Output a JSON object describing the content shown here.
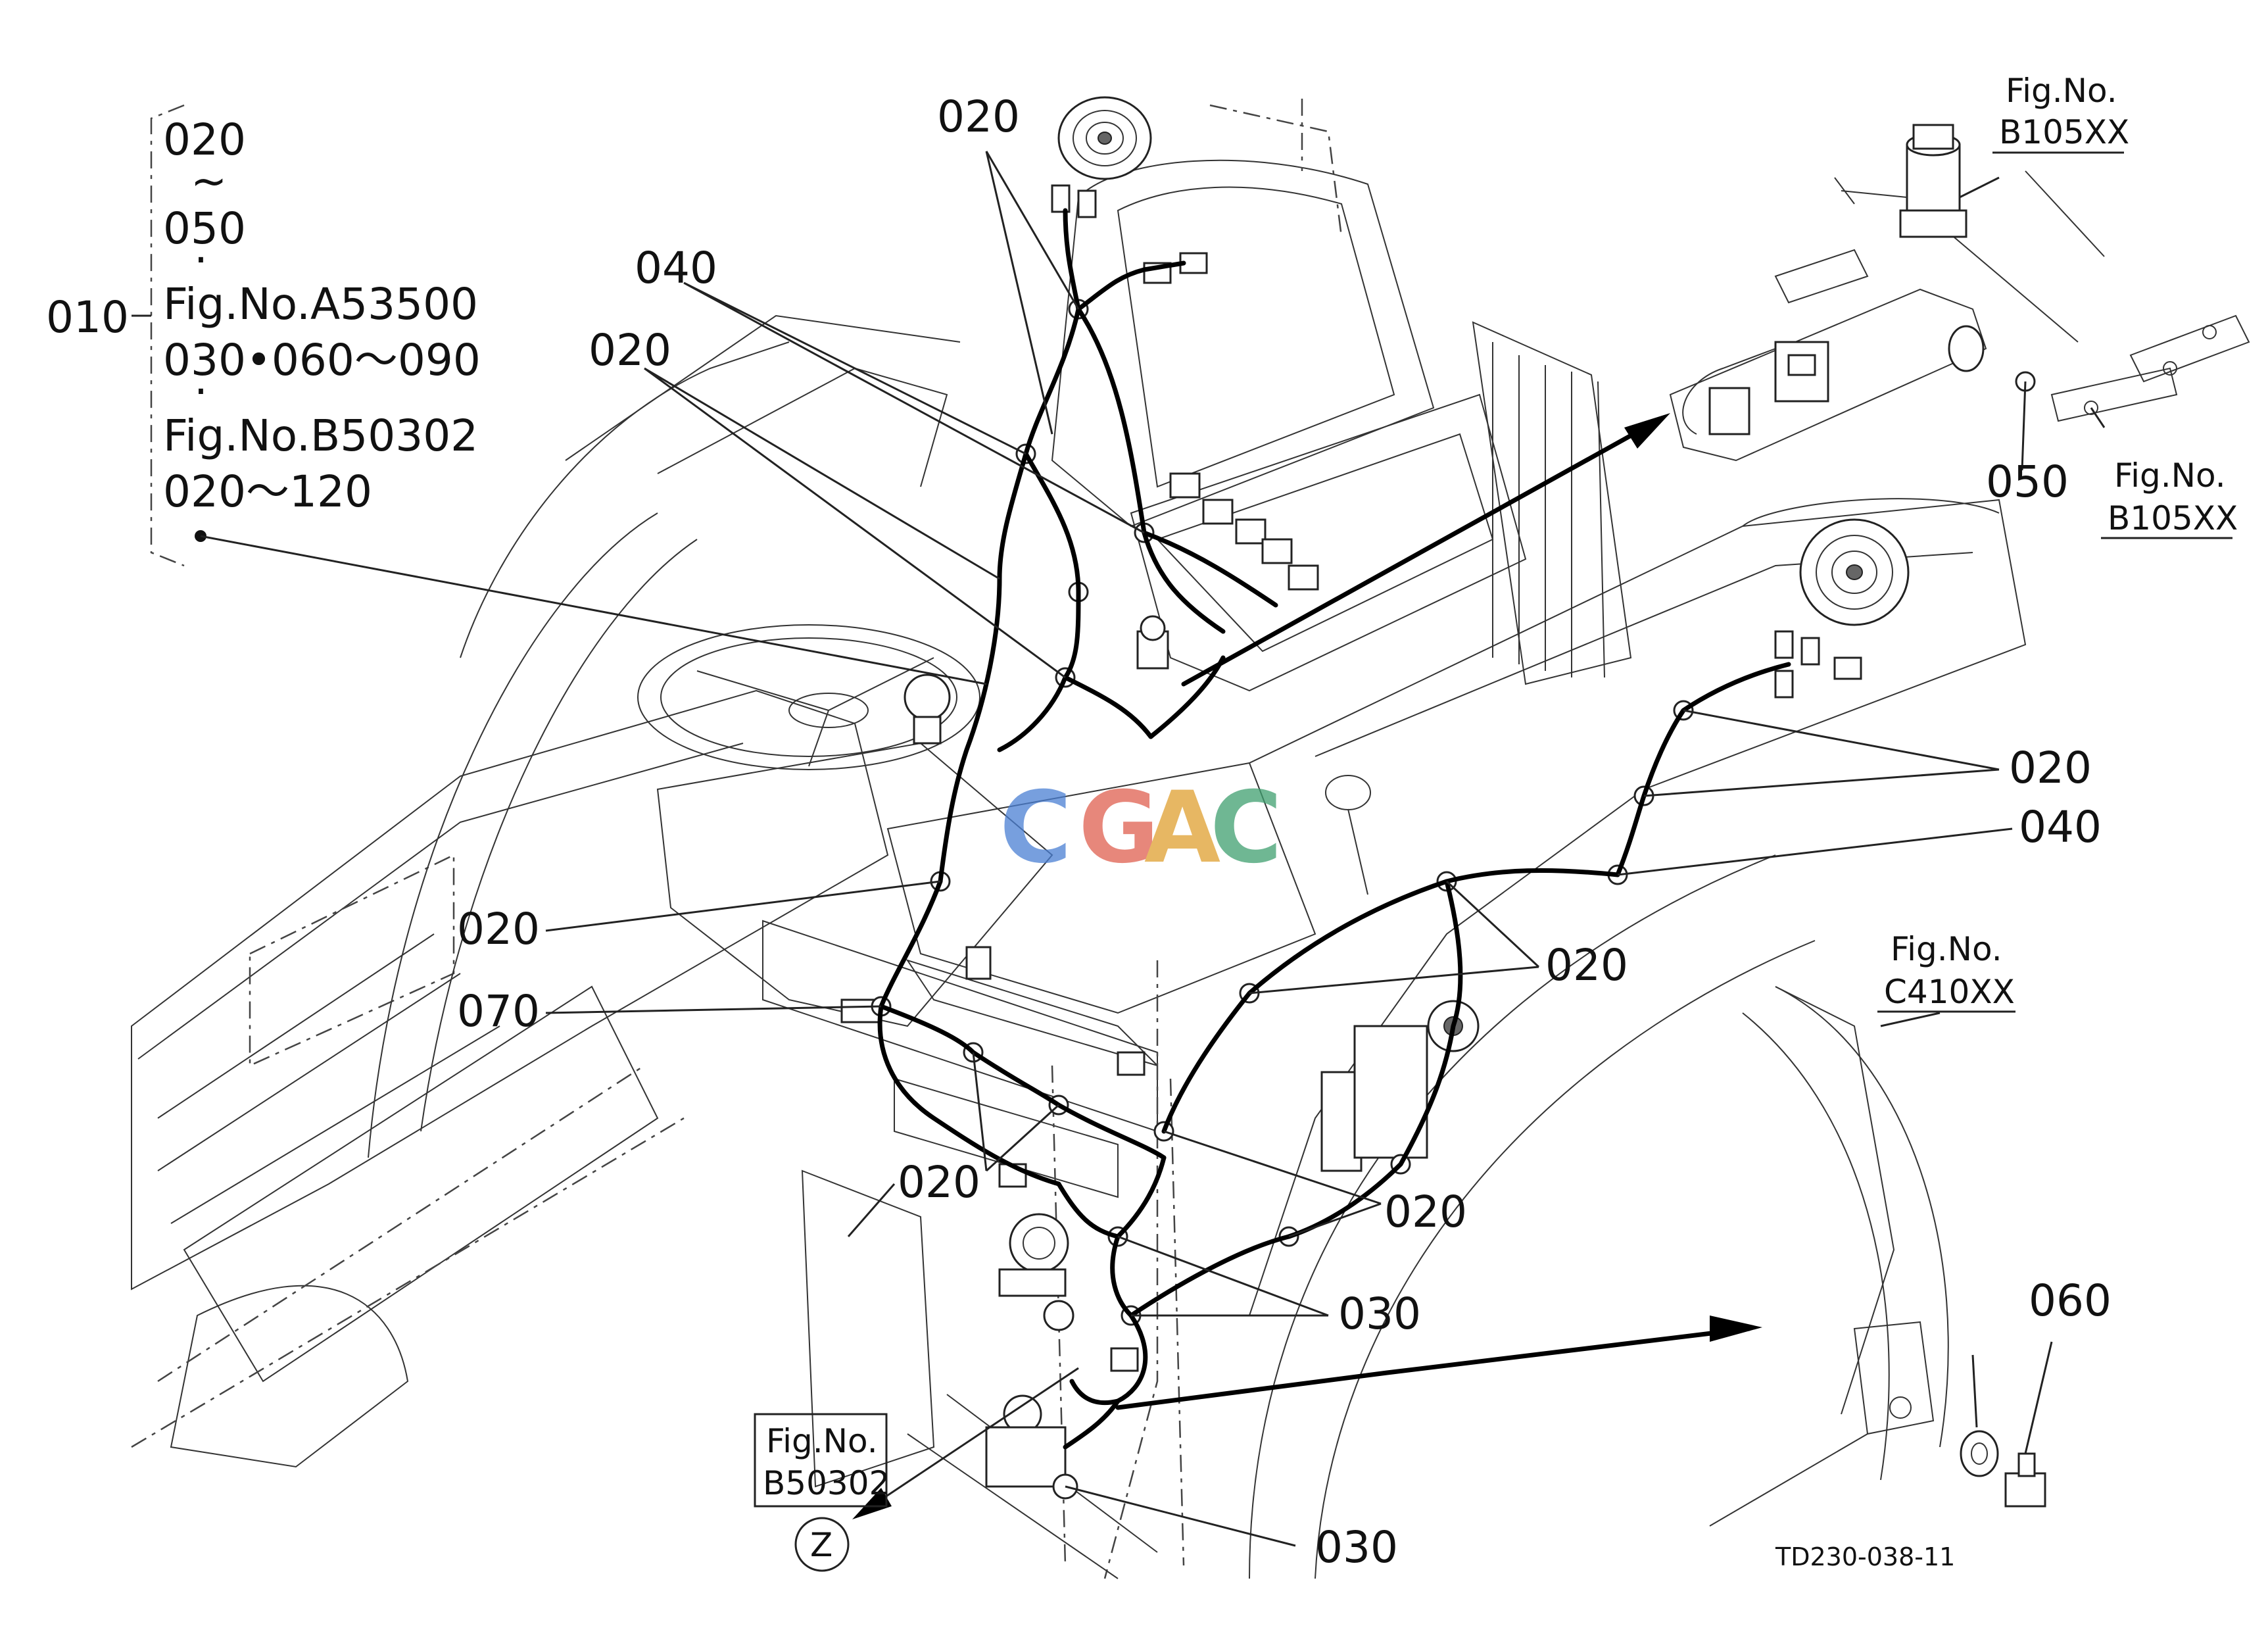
{
  "bracket_group": {
    "label": "010",
    "lines": [
      "020",
      "~",
      "050",
      "Fig.No.A53500",
      "030•060～090",
      "Fig.No.B50302",
      "020～120"
    ]
  },
  "callouts": {
    "c020_top": "020",
    "c040_upper": "040",
    "c020_upper_left": "020",
    "c020_right": "020",
    "c040_right": "040",
    "c020_mid_left": "020",
    "c070": "070",
    "c020_mid_right": "020",
    "c020_lower_left": "020",
    "c020_lower_right": "020",
    "c030_right": "030",
    "c030_bottom": "030",
    "c050": "050",
    "c060": "060"
  },
  "fig_refs": {
    "top_right": {
      "line1": "Fig.No.",
      "line2": "B105XX"
    },
    "mid_right": {
      "line1": "Fig.No.",
      "line2": "B105XX"
    },
    "c410": {
      "line1": "Fig.No.",
      "line2": "C410XX"
    },
    "b50302": {
      "line1": "Fig.No.",
      "line2": "B50302"
    }
  },
  "view_marker": "Z",
  "drawing_id": "TD230-038-11",
  "watermark": {
    "text": "CGAC",
    "colors": [
      "#4a7fd4",
      "#e06050",
      "#e0a030",
      "#3fa070"
    ]
  }
}
